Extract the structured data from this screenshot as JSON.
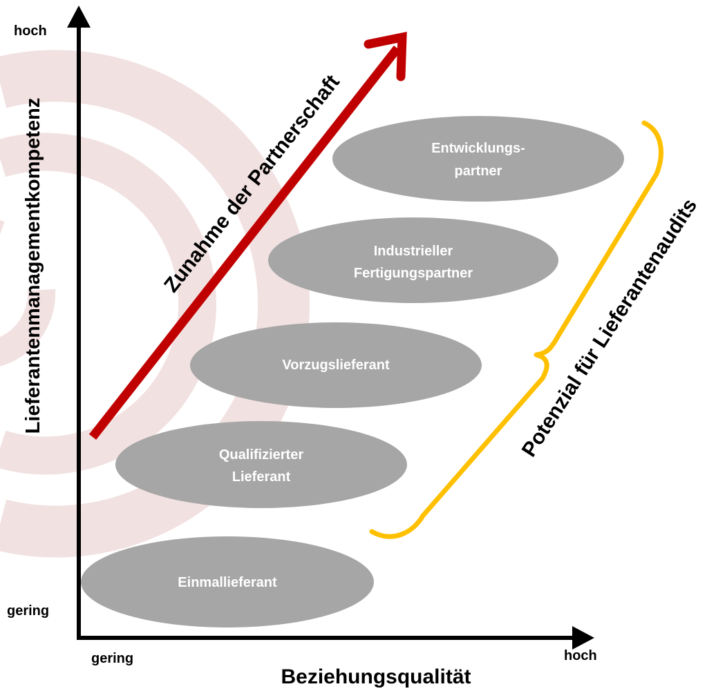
{
  "axes": {
    "y_title": "Lieferantenmanagementkompetenz",
    "y_high": "hoch",
    "y_low": "gering",
    "x_title": "Beziehungsqualität",
    "x_low": "gering",
    "x_high": "hoch"
  },
  "arrow_label": "Zunahme der Partnerschaft",
  "brace_label": "Potenzial für Lieferantenaudits",
  "stages": [
    {
      "line1": "Einmallieferant",
      "line2": ""
    },
    {
      "line1": "Qualifizierter",
      "line2": "Lieferant"
    },
    {
      "line1": "Vorzugslieferant",
      "line2": ""
    },
    {
      "line1": "Industrieller",
      "line2": "Fertigungspartner"
    },
    {
      "line1": "Entwicklungs-",
      "line2": "partner"
    }
  ],
  "colors": {
    "axis": "#000000",
    "ellipse": "#a6a6a6",
    "ellipse_text": "#ffffff",
    "arrow": "#c00000",
    "brace": "#ffc000",
    "watermark": "#e9c9ca"
  }
}
